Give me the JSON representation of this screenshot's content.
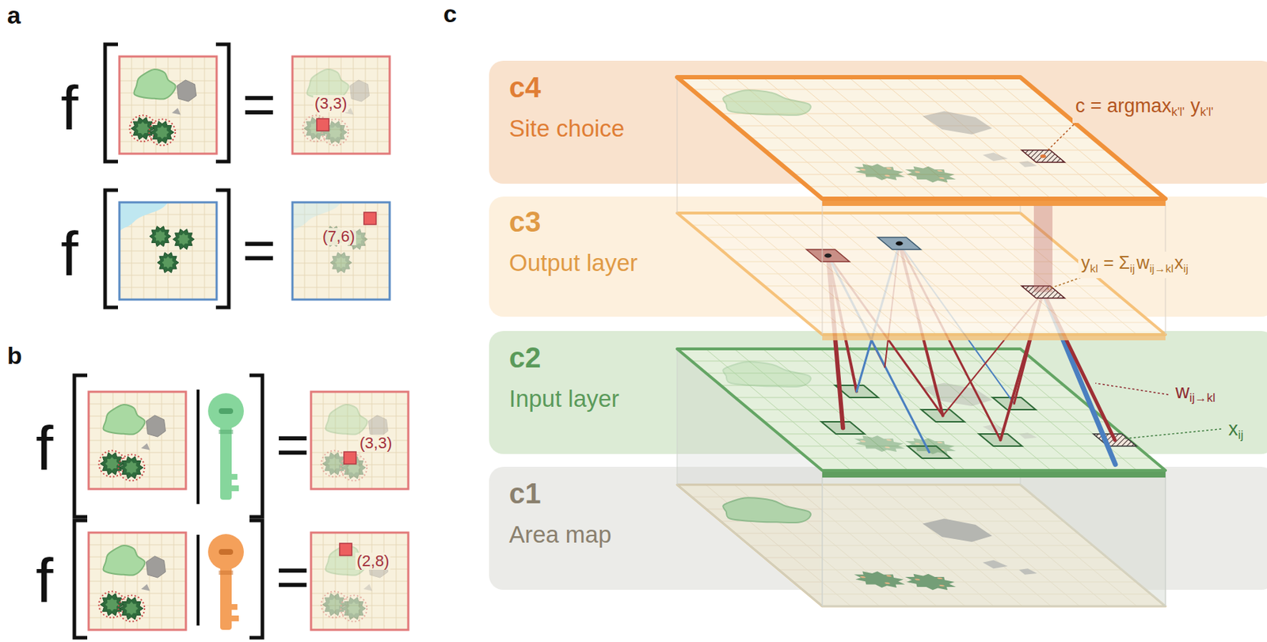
{
  "diagram": {
    "nodes": [
      {
        "text": [
          "(3,3)"
        ]
      },
      {
        "text": [
          "(7,6)"
        ]
      },
      {
        "text": [
          "(3,3)"
        ]
      },
      {
        "text": [
          "(2,8)"
        ]
      },
      {
        "text": [
          "c4",
          "Site choice"
        ]
      },
      {
        "text": [
          "c3",
          "Output layer"
        ]
      },
      {
        "text": [
          "c2",
          "Input layer"
        ]
      },
      {
        "text": [
          "c1",
          "Area map"
        ]
      }
    ],
    "labels": [
      "a",
      "b",
      "c",
      "f",
      "=",
      "f",
      "=",
      "f",
      "=",
      "f",
      "=",
      "c = argmax",
      "k'l'",
      "y",
      "k'l'",
      "y",
      "kl",
      "= Σ",
      "ij",
      "w",
      "ij→kl",
      "x",
      "ij",
      "w",
      "ij→kl",
      "x",
      "ij"
    ]
  }
}
